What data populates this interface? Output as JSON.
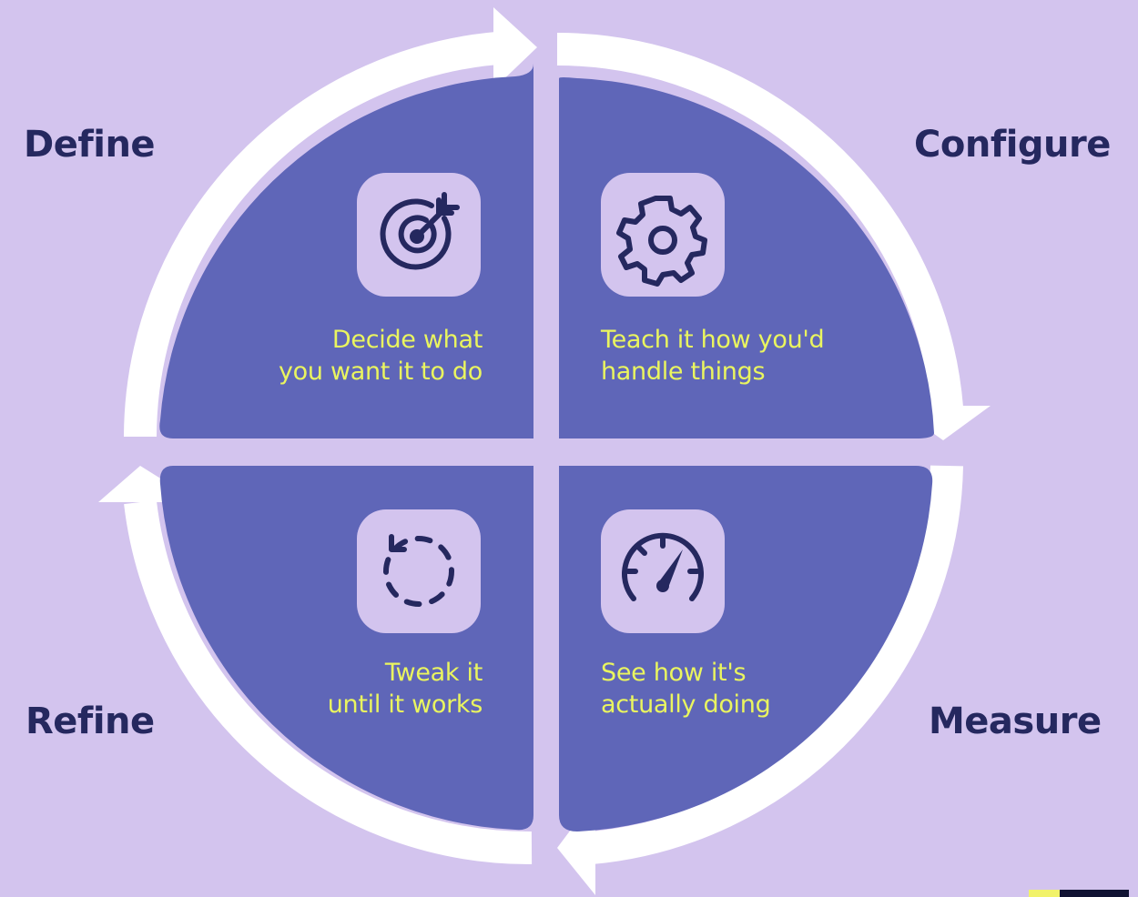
{
  "phases": [
    {
      "id": "define",
      "label": "Define",
      "caption_line1": "Decide what",
      "caption_line2": "you want it to do",
      "icon": "target-icon"
    },
    {
      "id": "configure",
      "label": "Configure",
      "caption_line1": "Teach it how you'd",
      "caption_line2": "handle things",
      "icon": "gear-icon"
    },
    {
      "id": "measure",
      "label": "Measure",
      "caption_line1": "See how it's",
      "caption_line2": "actually doing",
      "icon": "speedometer-icon"
    },
    {
      "id": "refine",
      "label": "Refine",
      "caption_line1": "Tweak it",
      "caption_line2": "until it works",
      "icon": "refresh-icon"
    }
  ],
  "colors": {
    "background": "#d3c4ee",
    "quadrant": "#5f66b8",
    "arrow": "#ffffff",
    "label": "#25285f",
    "caption": "#eaf55f",
    "icon_stroke": "#25285f",
    "corner_yellow": "#f1f26a",
    "corner_dark": "#111333"
  }
}
